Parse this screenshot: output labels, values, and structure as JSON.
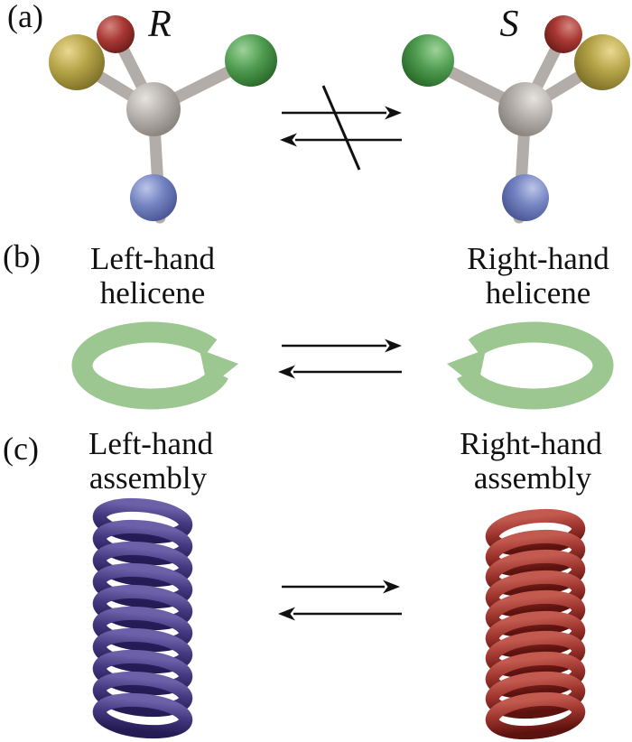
{
  "panel_a": {
    "tag": "(a)",
    "left_molecule_label": "R",
    "right_molecule_label": "S"
  },
  "panel_b": {
    "tag": "(b)",
    "left_label_line1": "Left-hand",
    "left_label_line2": "helicene",
    "right_label_line1": "Right-hand",
    "right_label_line2": "helicene"
  },
  "panel_c": {
    "tag": "(c)",
    "left_label_line1": "Left-hand",
    "left_label_line2": "assembly",
    "right_label_line1": "Right-hand",
    "right_label_line2": "assembly"
  },
  "colors": {
    "sphere_yellow": "#b3a246",
    "sphere_red": "#a93833",
    "sphere_green": "#4f9d50",
    "sphere_blue": "#7382c1",
    "sphere_gray": "#b4afab",
    "bond_gray": "#b2ada9",
    "helicene_green": "#9cc791",
    "spring_purple": "#443980",
    "spring_red": "#9c332d",
    "arrow_black": "#111111"
  },
  "icons": {
    "molecule_r": "ball-and-stick-molecule",
    "molecule_s": "ball-and-stick-molecule-mirrored",
    "equilibrium_a": "crossed-equilibrium-arrows",
    "equilibrium_b": "equilibrium-arrows",
    "equilibrium_c": "equilibrium-arrows",
    "left_helicene": "circular-arrow-counterclockwise",
    "right_helicene": "circular-arrow-clockwise",
    "left_spring": "left-handed-coil",
    "right_spring": "right-handed-coil"
  }
}
